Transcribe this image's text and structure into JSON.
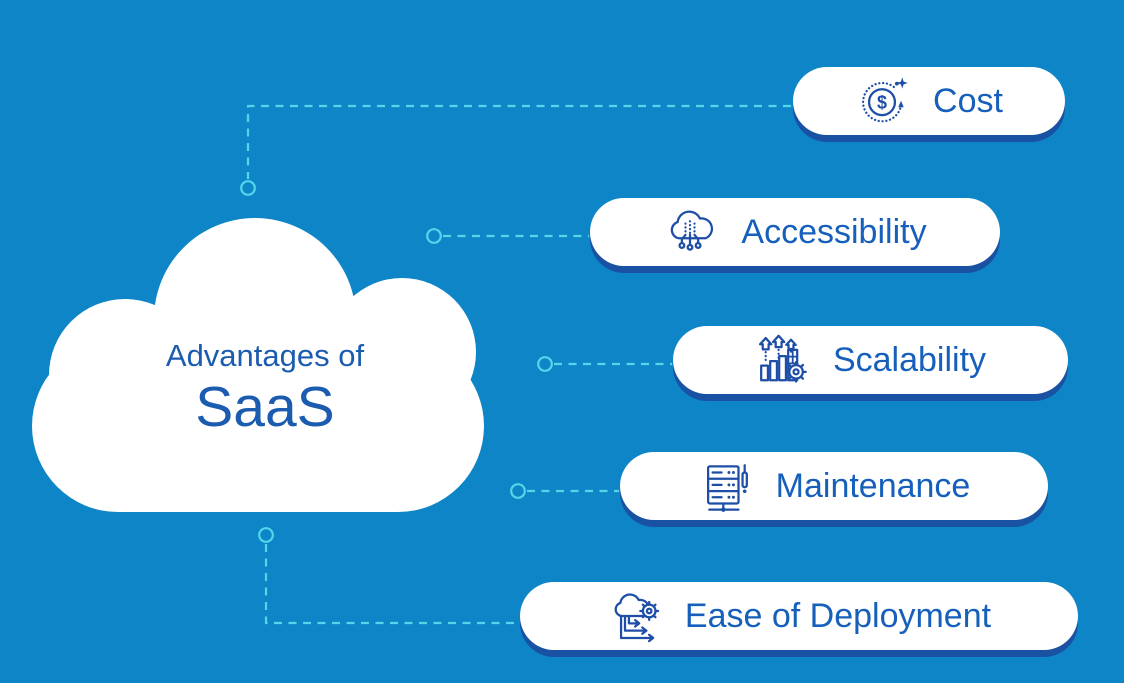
{
  "title": "Advantages of SaaS infographic",
  "cloud": {
    "title_line1": "Advantages of",
    "title_line2": "SaaS"
  },
  "advantages": [
    {
      "label": "Cost",
      "icon": "coin-refresh-icon"
    },
    {
      "label": "Accessibility",
      "icon": "cloud-network-icon"
    },
    {
      "label": "Scalability",
      "icon": "growth-bars-gear-icon"
    },
    {
      "label": "Maintenance",
      "icon": "server-screwdriver-icon"
    },
    {
      "label": "Ease of Deployment",
      "icon": "cloud-deploy-arrows-icon"
    }
  ],
  "colors": {
    "bg": "#0d85c7",
    "pill_bg": "#ffffff",
    "pill_shadow": "#1a52a3",
    "label_text": "#1660bb",
    "cloud_text": "#1c5cb0",
    "icon_stroke": "#1e4ea6",
    "connector": "#53d6e8"
  }
}
